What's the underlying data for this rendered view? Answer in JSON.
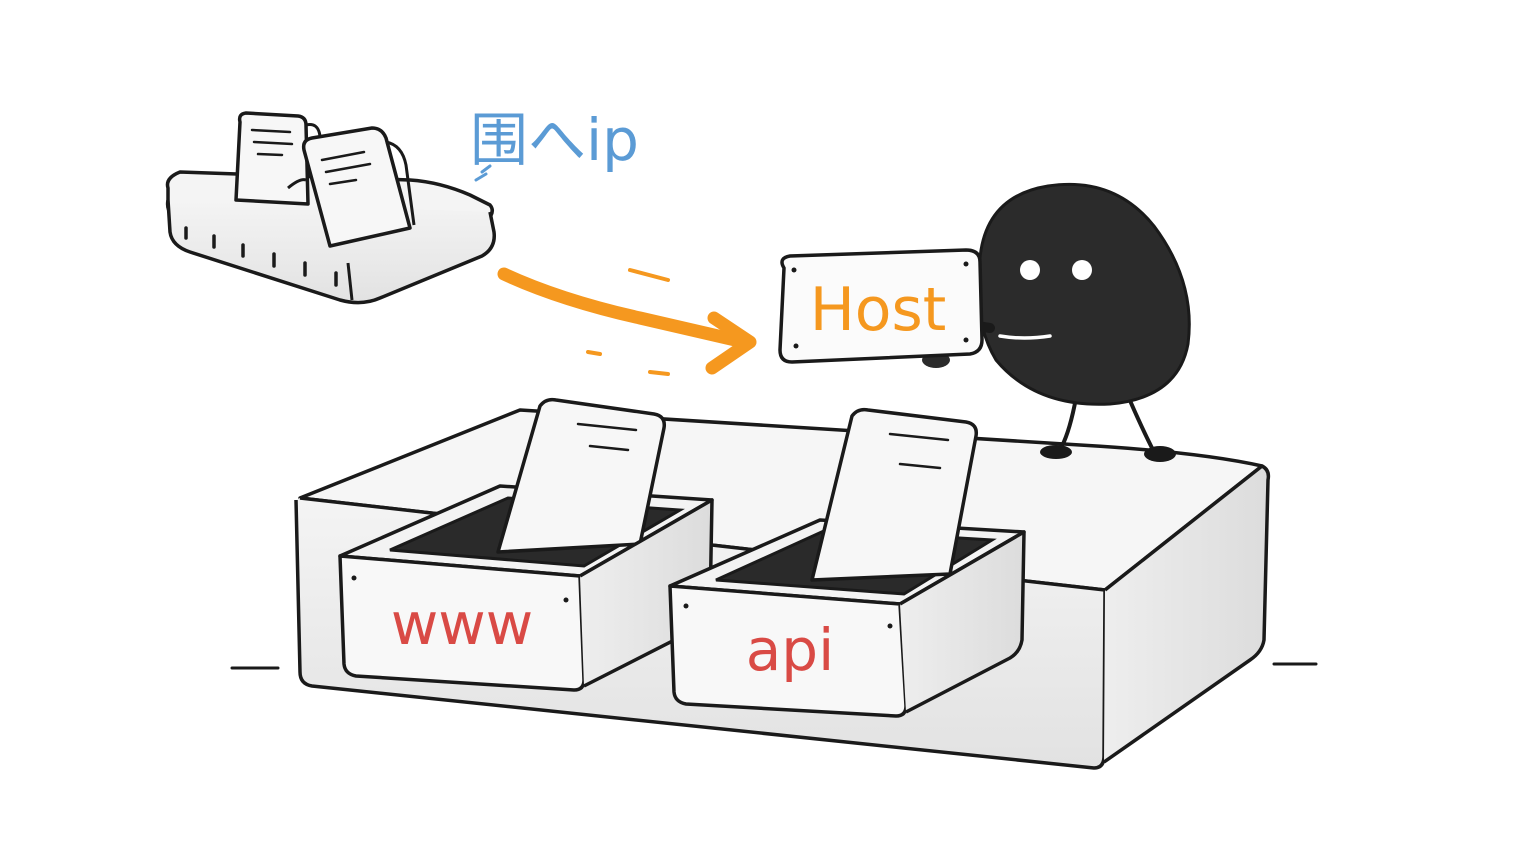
{
  "annotation": {
    "text": "围へip",
    "color": "#5b9bd5"
  },
  "sign": {
    "text": "Host",
    "color": "#f5981f"
  },
  "bins": [
    {
      "label": "www",
      "color": "#d94a45"
    },
    {
      "label": "api",
      "color": "#d94a45"
    }
  ],
  "arrow": {
    "color": "#f5981f"
  },
  "colors": {
    "ink": "#1a1a1a",
    "shade": "#e6e6e6",
    "character": "#2b2b2b",
    "paper": "#f7f7f7"
  }
}
